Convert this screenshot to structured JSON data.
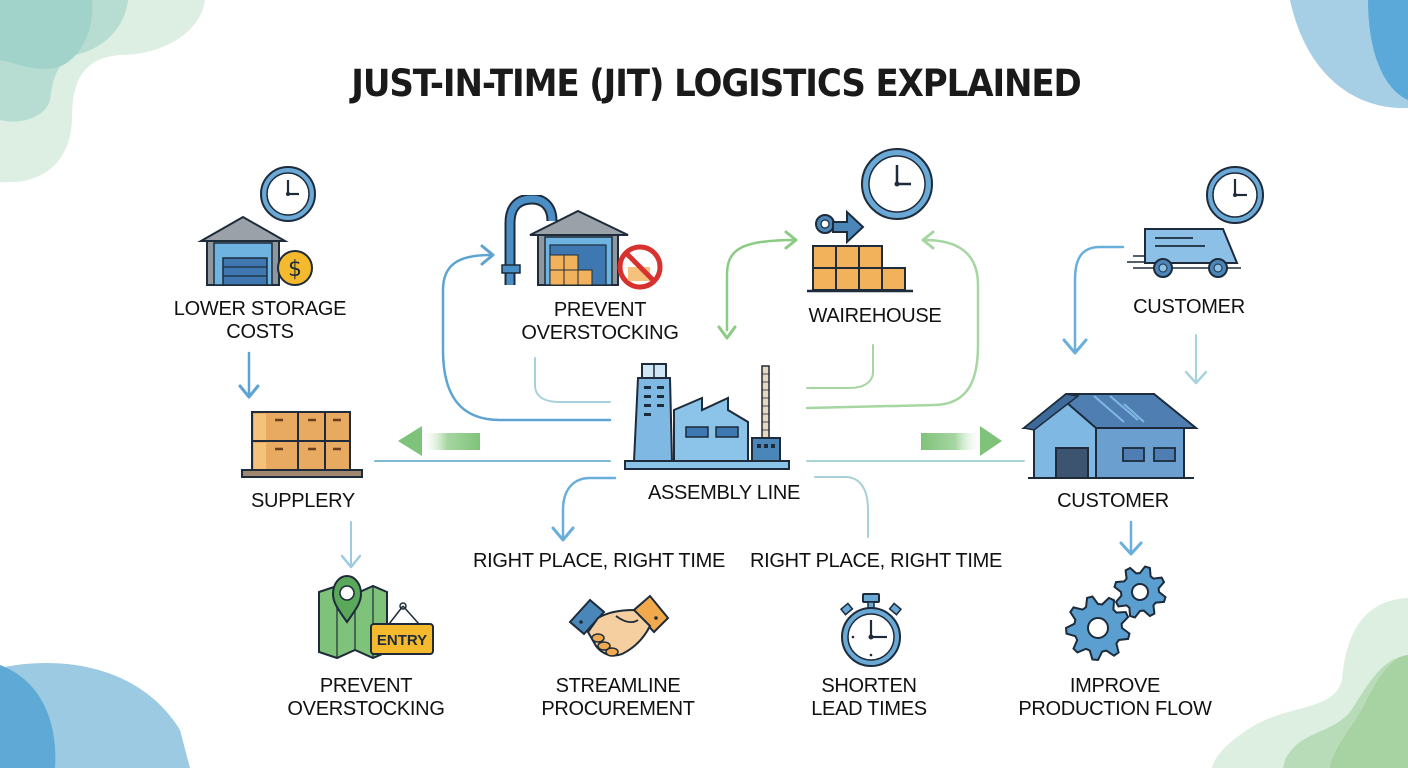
{
  "title": "JUST-IN-TIME (JIT) LOGISTICS EXPLAINED",
  "colors": {
    "primary_blue": "#5b9fd0",
    "light_blue": "#8fc3e6",
    "dark_blue": "#2f5f8a",
    "green": "#7fc27a",
    "box_orange": "#f2b25c",
    "alert_red": "#d8322f",
    "gold": "#f5b92e"
  },
  "nodes": {
    "lower_storage_costs": {
      "lines": [
        "LOWER STORAGE",
        "COSTS"
      ],
      "icons": [
        "clock-icon",
        "garage-icon",
        "dollar-coin-icon"
      ]
    },
    "prevent_overstocking_top": {
      "lines": [
        "PREVENT",
        "OVERSTOCKING"
      ],
      "icons": [
        "pipe-icon",
        "warehouse-icon",
        "no-entry-icon"
      ]
    },
    "warehouse": {
      "lines": [
        "WAIREHOUSE"
      ],
      "icons": [
        "clock-icon",
        "arrow-key-icon",
        "boxes-icon"
      ]
    },
    "customer_truck": {
      "lines": [
        "CUSTOMER"
      ],
      "icons": [
        "clock-icon",
        "delivery-truck-icon"
      ]
    },
    "supplery": {
      "lines": [
        "SUPPLERY"
      ],
      "icons": [
        "pallet-boxes-icon"
      ]
    },
    "assembly_line": {
      "lines": [
        "ASSEMBLY LINE"
      ],
      "icons": [
        "factory-icon"
      ]
    },
    "customer_house": {
      "lines": [
        "CUSTOMER"
      ],
      "icons": [
        "house-icon"
      ]
    },
    "right_place_left": {
      "lines": [
        "RIGHT PLACE, RIGHT TIME"
      ]
    },
    "right_place_right": {
      "lines": [
        "RIGHT PLACE, RIGHT TIME"
      ]
    },
    "prevent_overstocking_bottom": {
      "lines": [
        "PREVENT",
        "OVERSTOCKING"
      ],
      "icons": [
        "map-pin-icon"
      ],
      "sign": "ENTRY"
    },
    "streamline_procurement": {
      "lines": [
        "STREAMLINE",
        "PROCUREMENT"
      ],
      "icons": [
        "handshake-icon"
      ]
    },
    "shorten_lead_times": {
      "lines": [
        "SHORTEN",
        "LEAD TIMES"
      ],
      "icons": [
        "stopwatch-icon"
      ]
    },
    "improve_production_flow": {
      "lines": [
        "IMPROVE",
        "PRODUCTION FLOW"
      ],
      "icons": [
        "gears-icon"
      ]
    }
  }
}
